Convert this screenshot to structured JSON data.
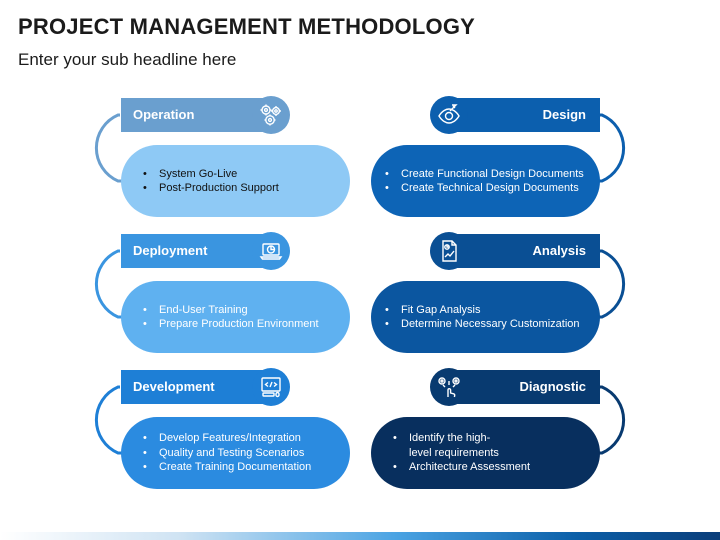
{
  "title": "PROJECT MANAGEMENT METHODOLOGY",
  "subtitle": "Enter your sub headline here",
  "stages": {
    "operation": {
      "label": "Operation",
      "icon": "gears-icon",
      "items": [
        "System Go-Live",
        "Post-Production Support"
      ],
      "header_color": "#6a9fcf",
      "pill_color": "#8ec9f5",
      "text_color": "#111111"
    },
    "deployment": {
      "label": "Deployment",
      "icon": "laptop-chart-icon",
      "items": [
        "End-User Training",
        "Prepare Production Environment"
      ],
      "header_color": "#3a95e0",
      "pill_color": "#5fb1f0",
      "text_color": "#ffffff"
    },
    "development": {
      "label": "Development",
      "icon": "code-monitor-icon",
      "items": [
        "Develop Features/Integration",
        "Quality and Testing Scenarios",
        "Create Training Documentation"
      ],
      "header_color": "#1e7fd6",
      "pill_color": "#2b8be0",
      "text_color": "#ffffff"
    },
    "design": {
      "label": "Design",
      "icon": "eye-design-icon",
      "items": [
        "Create Functional Design Documents",
        "Create Technical Design Documents"
      ],
      "header_color": "#0c5fae",
      "pill_color": "#0d64b6",
      "text_color": "#ffffff"
    },
    "analysis": {
      "label": "Analysis",
      "icon": "report-chart-icon",
      "items": [
        "Fit Gap Analysis",
        "Determine Necessary Customization"
      ],
      "header_color": "#0a4f94",
      "pill_color": "#0b56a0",
      "text_color": "#ffffff"
    },
    "diagnostic": {
      "label": "Diagnostic",
      "icon": "touch-gears-icon",
      "items": [
        "Identify the high-",
        "level  requirements",
        "Architecture Assessment"
      ],
      "header_color": "#083a70",
      "pill_color": "#082f5e",
      "text_color": "#ffffff"
    }
  }
}
